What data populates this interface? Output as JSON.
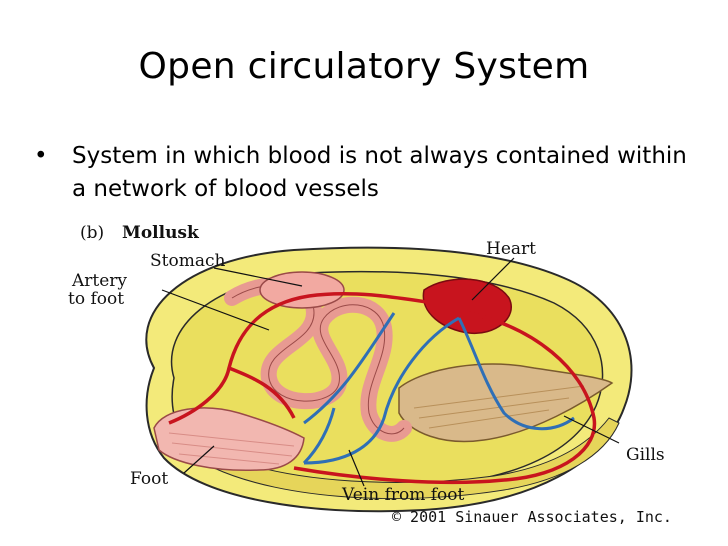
{
  "slide": {
    "title": "Open circulatory System",
    "bullets": [
      "System in which blood is not always contained within a network of blood vessels"
    ]
  },
  "figure": {
    "panel_letter": "(b)",
    "panel_title": "Mollusk",
    "labels": {
      "stomach": "Stomach",
      "artery_line1": "Artery",
      "artery_line2": "to foot",
      "heart": "Heart",
      "gills": "Gills",
      "foot": "Foot",
      "vein_from_foot": "Vein from foot"
    },
    "copyright": "© 2001 Sinauer Associates, Inc.",
    "colors": {
      "shell_yellow": "#f3ea7a",
      "mantle_yellow": "#eadf5e",
      "tissue_pink": "#f2b7b0",
      "artery_red": "#c8141e",
      "vein_blue": "#2f6fb6",
      "gill_tan": "#d9b98a"
    }
  }
}
